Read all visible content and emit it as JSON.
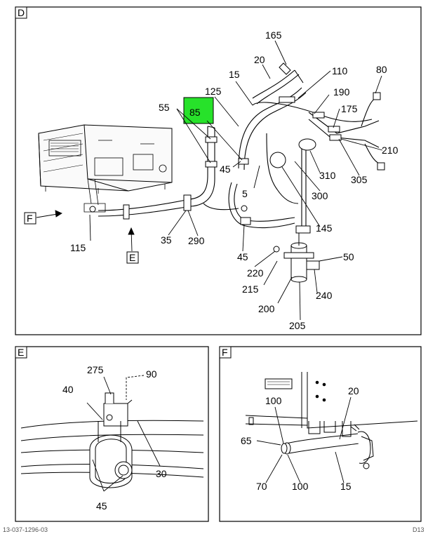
{
  "panels": {
    "d": {
      "label": "D"
    },
    "e": {
      "label": "E"
    },
    "f": {
      "label": "F"
    }
  },
  "view_refs": {
    "f": "F",
    "e": "E"
  },
  "highlight_color": "#27e22a",
  "callouts_d": {
    "c165": "165",
    "c20": "20",
    "c15": "15",
    "c110": "110",
    "c80": "80",
    "c125": "125",
    "c190": "190",
    "c55": "55",
    "c85": "85",
    "c175": "175",
    "c210": "210",
    "c45a": "45",
    "c310": "310",
    "c305": "305",
    "c5": "5",
    "c300": "300",
    "c145": "145",
    "c115": "115",
    "c35": "35",
    "c290": "290",
    "c45b": "45",
    "c220": "220",
    "c50": "50",
    "c215": "215",
    "c240": "240",
    "c200": "200",
    "c205": "205"
  },
  "callouts_e": {
    "c275": "275",
    "c90": "90",
    "c40": "40",
    "c30": "30",
    "c45": "45"
  },
  "callouts_f": {
    "c100a": "100",
    "c20": "20",
    "c65": "65",
    "c70": "70",
    "c100b": "100",
    "c15": "15"
  },
  "footer": {
    "left": "13-037-1296-03",
    "right": "D13"
  }
}
